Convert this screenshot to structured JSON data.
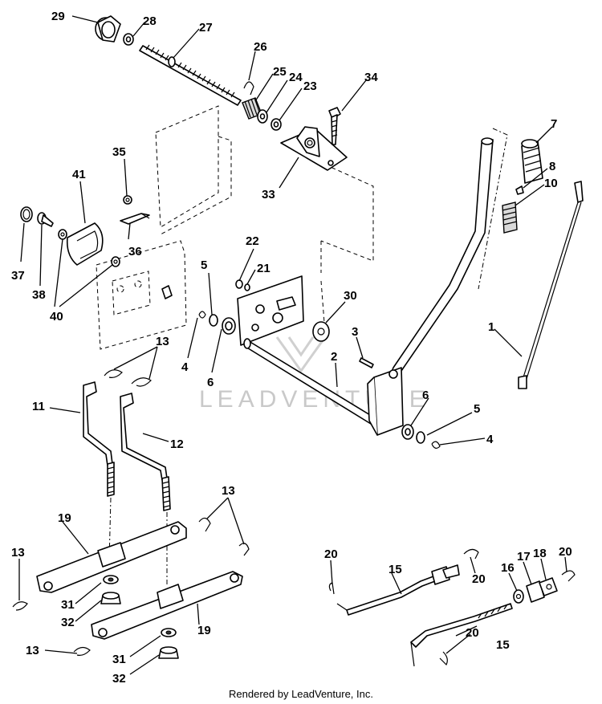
{
  "diagram": {
    "callouts": [
      "1",
      "2",
      "3",
      "4",
      "5",
      "6",
      "7",
      "8",
      "10",
      "11",
      "12",
      "13",
      "15",
      "16",
      "17",
      "18",
      "19",
      "20",
      "21",
      "22",
      "23",
      "24",
      "25",
      "26",
      "27",
      "28",
      "29",
      "30",
      "31",
      "32",
      "33",
      "34",
      "35",
      "36",
      "37",
      "38",
      "40",
      "41"
    ],
    "watermark": "LEADVENTURE",
    "footer": "Rendered by LeadVenture, Inc."
  }
}
